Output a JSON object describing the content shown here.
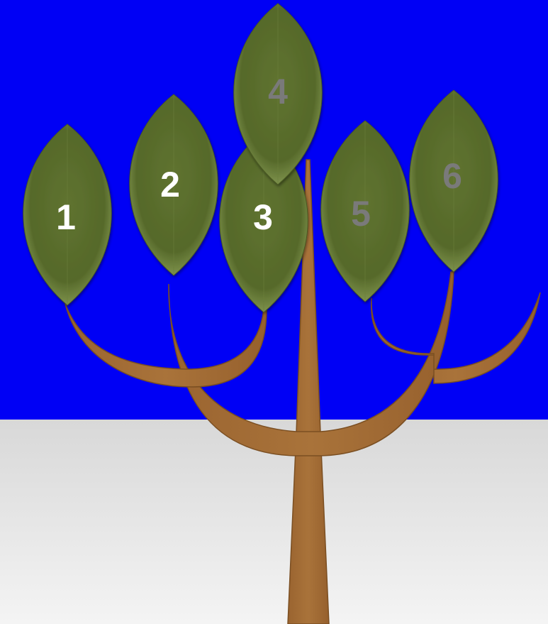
{
  "colors": {
    "sky": "#0000f5",
    "ground_top": "#d8d8d8",
    "ground_bottom": "#f4f4f4",
    "trunk": "#a36c35",
    "trunk_edge": "#7b4f22",
    "leaf": "#5b6e2e",
    "leaf_light": "#8ea35a",
    "label_white": "#ffffff",
    "label_gray": "#7a7a7a"
  },
  "leaves": [
    {
      "label": "1",
      "label_color": "#ffffff"
    },
    {
      "label": "2",
      "label_color": "#ffffff"
    },
    {
      "label": "3",
      "label_color": "#ffffff"
    },
    {
      "label": "4",
      "label_color": "#7a7a7a"
    },
    {
      "label": "5",
      "label_color": "#7a7a7a"
    },
    {
      "label": "6",
      "label_color": "#7a7a7a"
    }
  ]
}
